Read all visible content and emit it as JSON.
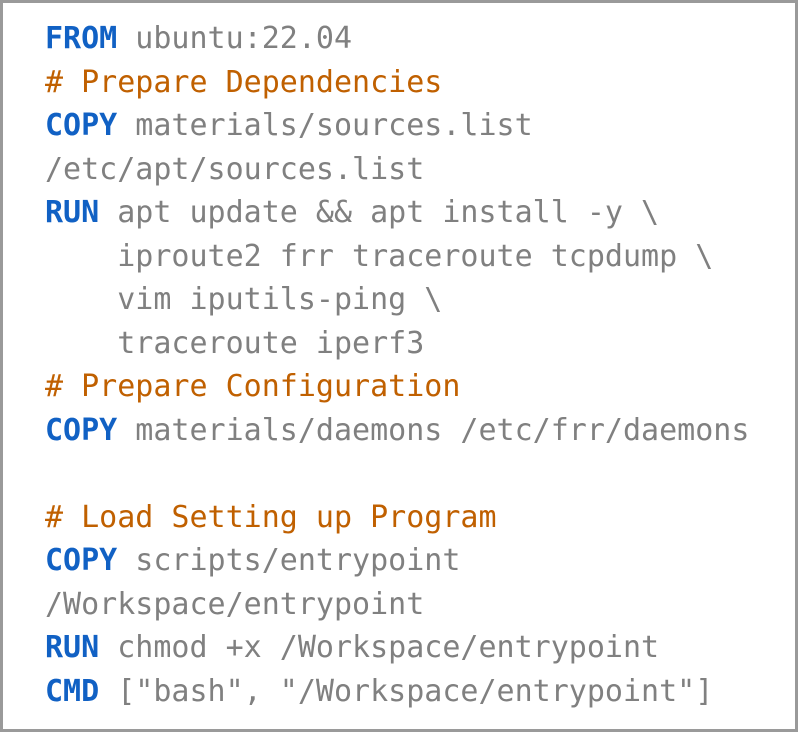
{
  "document": {
    "kind": "dockerfile-code-listing",
    "border_color": "#9a9a9a",
    "background_color": "#ffffff"
  },
  "theme": {
    "keyword_color": "#1161c4",
    "comment_color": "#c06000",
    "text_color": "#808080"
  },
  "code": {
    "language": "Dockerfile",
    "lines": [
      {
        "index": 1,
        "type": "instruction",
        "keyword": "FROM",
        "text": " ubuntu:22.04"
      },
      {
        "index": 2,
        "type": "comment",
        "keyword": "",
        "text": "# Prepare Dependencies"
      },
      {
        "index": 3,
        "type": "instruction",
        "keyword": "COPY",
        "text": " materials/sources.list"
      },
      {
        "index": 4,
        "type": "continuation",
        "keyword": "",
        "text": "/etc/apt/sources.list"
      },
      {
        "index": 5,
        "type": "instruction",
        "keyword": "RUN",
        "text": " apt update && apt install -y \\"
      },
      {
        "index": 6,
        "type": "continuation",
        "keyword": "",
        "text": "    iproute2 frr traceroute tcpdump \\"
      },
      {
        "index": 7,
        "type": "continuation",
        "keyword": "",
        "text": "    vim iputils-ping \\"
      },
      {
        "index": 8,
        "type": "continuation",
        "keyword": "",
        "text": "    traceroute iperf3"
      },
      {
        "index": 9,
        "type": "comment",
        "keyword": "",
        "text": "# Prepare Configuration"
      },
      {
        "index": 10,
        "type": "instruction",
        "keyword": "COPY",
        "text": " materials/daemons /etc/frr/daemons"
      },
      {
        "index": 11,
        "type": "blank",
        "keyword": "",
        "text": " "
      },
      {
        "index": 12,
        "type": "comment",
        "keyword": "",
        "text": "# Load Setting up Program"
      },
      {
        "index": 13,
        "type": "instruction",
        "keyword": "COPY",
        "text": " scripts/entrypoint"
      },
      {
        "index": 14,
        "type": "continuation",
        "keyword": "",
        "text": "/Workspace/entrypoint"
      },
      {
        "index": 15,
        "type": "instruction",
        "keyword": "RUN",
        "text": " chmod +x /Workspace/entrypoint"
      },
      {
        "index": 16,
        "type": "instruction",
        "keyword": "CMD",
        "text": " [\"bash\", \"/Workspace/entrypoint\"]"
      }
    ]
  }
}
